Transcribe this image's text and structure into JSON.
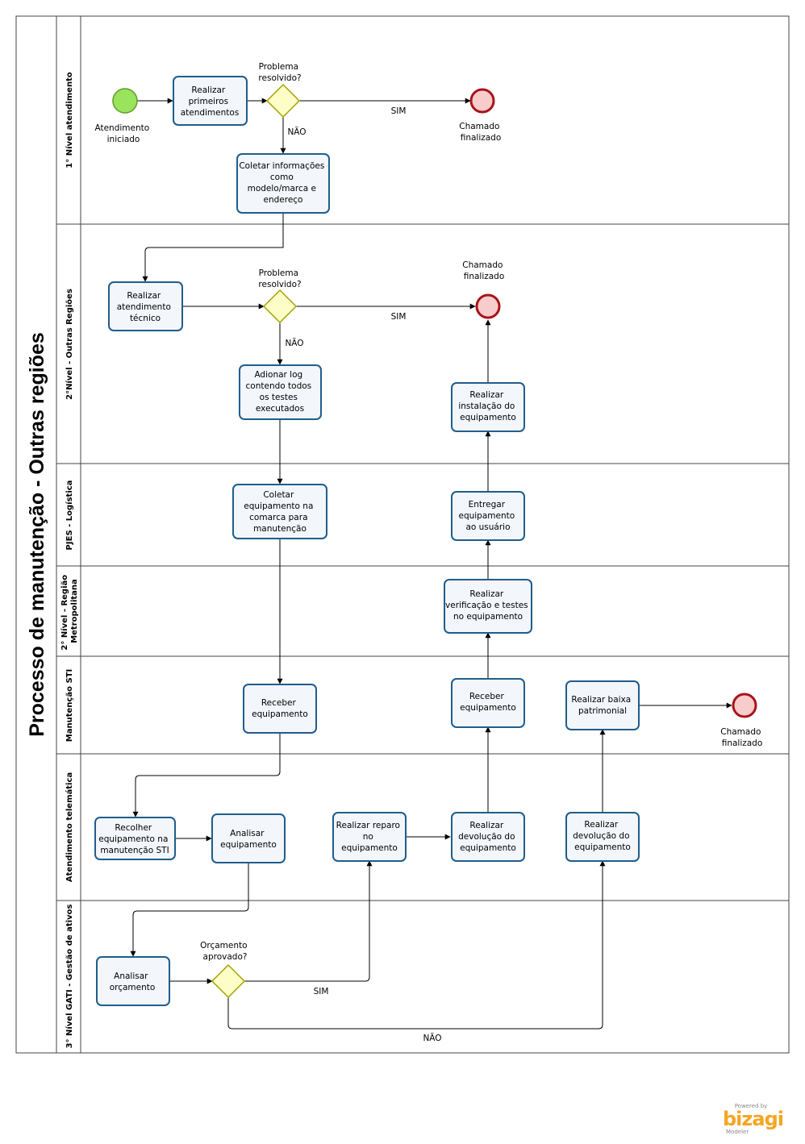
{
  "pool": {
    "title": "Processo de manutenção - Outras regiões"
  },
  "lanes": [
    {
      "id": "lane-1nivel",
      "name": "1° Nível atendimento"
    },
    {
      "id": "lane-2nivel-outras",
      "name": "2°Nível - Outras Regiões"
    },
    {
      "id": "lane-pjes",
      "name": "PJES - Logística"
    },
    {
      "id": "lane-2nivel-metro",
      "name": "2° Nível - Região Metropolitana"
    },
    {
      "id": "lane-manut-sti",
      "name": "Manutenção STI"
    },
    {
      "id": "lane-telematica",
      "name": "Atendimento telemática"
    },
    {
      "id": "lane-3nivel",
      "name": "3° Nível GATI - Gestão de ativos"
    }
  ],
  "start_event": {
    "label": "Atendimento iniciado",
    "color": "#9ae35c"
  },
  "end_events": [
    {
      "id": "end-1",
      "label": "Chamado finalizado"
    },
    {
      "id": "end-2",
      "label": "Chamado finalizado"
    },
    {
      "id": "end-3",
      "label": "Chamado finalizado"
    }
  ],
  "end_color": "#f9cccc",
  "end_stroke": "#a8141a",
  "gateways": [
    {
      "id": "gw-1",
      "label": "Problema resolvido?"
    },
    {
      "id": "gw-2",
      "label": "Problema resolvido?"
    },
    {
      "id": "gw-3",
      "label": "Orçamento aprovado?"
    }
  ],
  "gateway_color": "#fdfdc8",
  "gateway_stroke": "#a3a300",
  "tasks": [
    {
      "id": "t-primeiros",
      "label": "Realizar primeiros atendimentos"
    },
    {
      "id": "t-coletar-info",
      "label": "Coletar informações como modelo/marca e endereço"
    },
    {
      "id": "t-atend-tecnico",
      "label": "Realizar atendimento técnico"
    },
    {
      "id": "t-log",
      "label": "Adionar log contendo todos os testes executados"
    },
    {
      "id": "t-instalacao",
      "label": "Realizar instalação do equipamento"
    },
    {
      "id": "t-coletar-equip",
      "label": "Coletar equipamento na comarca para manutenção"
    },
    {
      "id": "t-entregar",
      "label": "Entregar equipamento ao usuário"
    },
    {
      "id": "t-verificacao",
      "label": "Realizar verificação e testes no equipamento"
    },
    {
      "id": "t-receber-1",
      "label": "Receber equipamento"
    },
    {
      "id": "t-receber-2",
      "label": "Receber equipamento"
    },
    {
      "id": "t-baixa",
      "label": "Realizar baixa patrimonial"
    },
    {
      "id": "t-recolher",
      "label": "Recolher equipamento na manutenção STI"
    },
    {
      "id": "t-analisar-equip",
      "label": "Analisar equipamento"
    },
    {
      "id": "t-reparo",
      "label": "Realizar reparo no equipamento"
    },
    {
      "id": "t-devolucao-1",
      "label": "Realizar devolução do equipamento"
    },
    {
      "id": "t-devolucao-2",
      "label": "Realizar devolução do equipamento"
    },
    {
      "id": "t-analisar-orc",
      "label": "Analisar orçamento"
    }
  ],
  "flow_labels": {
    "sim": "SIM",
    "nao": "NÃO"
  },
  "brand": {
    "powered": "Powered by",
    "name": "bizagi",
    "product": "Modeler"
  }
}
